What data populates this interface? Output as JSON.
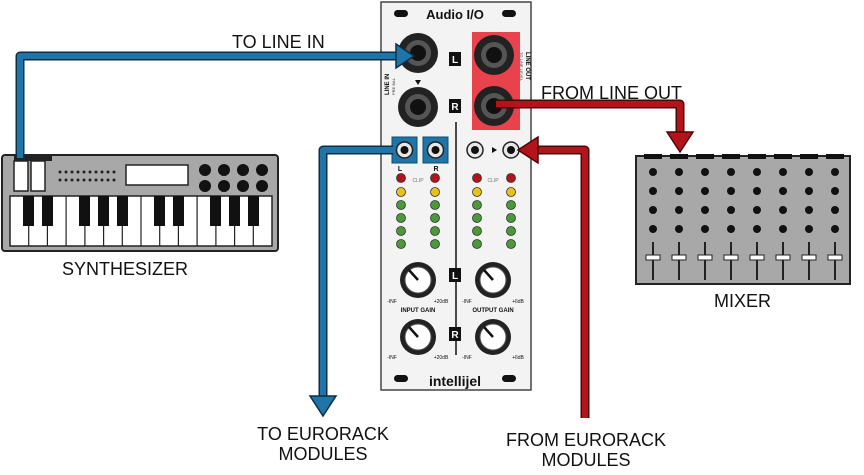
{
  "module": {
    "title": "Audio I/O",
    "brand": "intellijel",
    "line_in_label": "LINE IN",
    "line_in_sub": "PRE BAL",
    "line_out_label": "LINE OUT",
    "line_out_sub": "TO LINE LEVEL",
    "badge_left": "L",
    "badge_right": "R",
    "col_l": "L",
    "col_r": "R",
    "clip_label": "CLIP",
    "knob_min": "-INF",
    "knob_max_in": "+20dB",
    "knob_max_out": "+6dB",
    "input_gain": "INPUT GAIN",
    "output_gain": "OUTPUT GAIN"
  },
  "labels": {
    "to_line_in": "TO LINE IN",
    "from_line_out": "FROM LINE OUT",
    "synthesizer": "SYNTHESIZER",
    "mixer": "MIXER",
    "to_eurorack_1": "TO EURORACK",
    "to_eurorack_2": "MODULES",
    "from_eurorack_1": "FROM EURORACK",
    "from_eurorack_2": "MODULES"
  },
  "colors": {
    "blue_cable": "#1f74a8",
    "red_cable": "#b3141b",
    "device_gray": "#a9a9a9",
    "panel": "#f3f3f3",
    "line_out_highlight": "#e8434d"
  }
}
